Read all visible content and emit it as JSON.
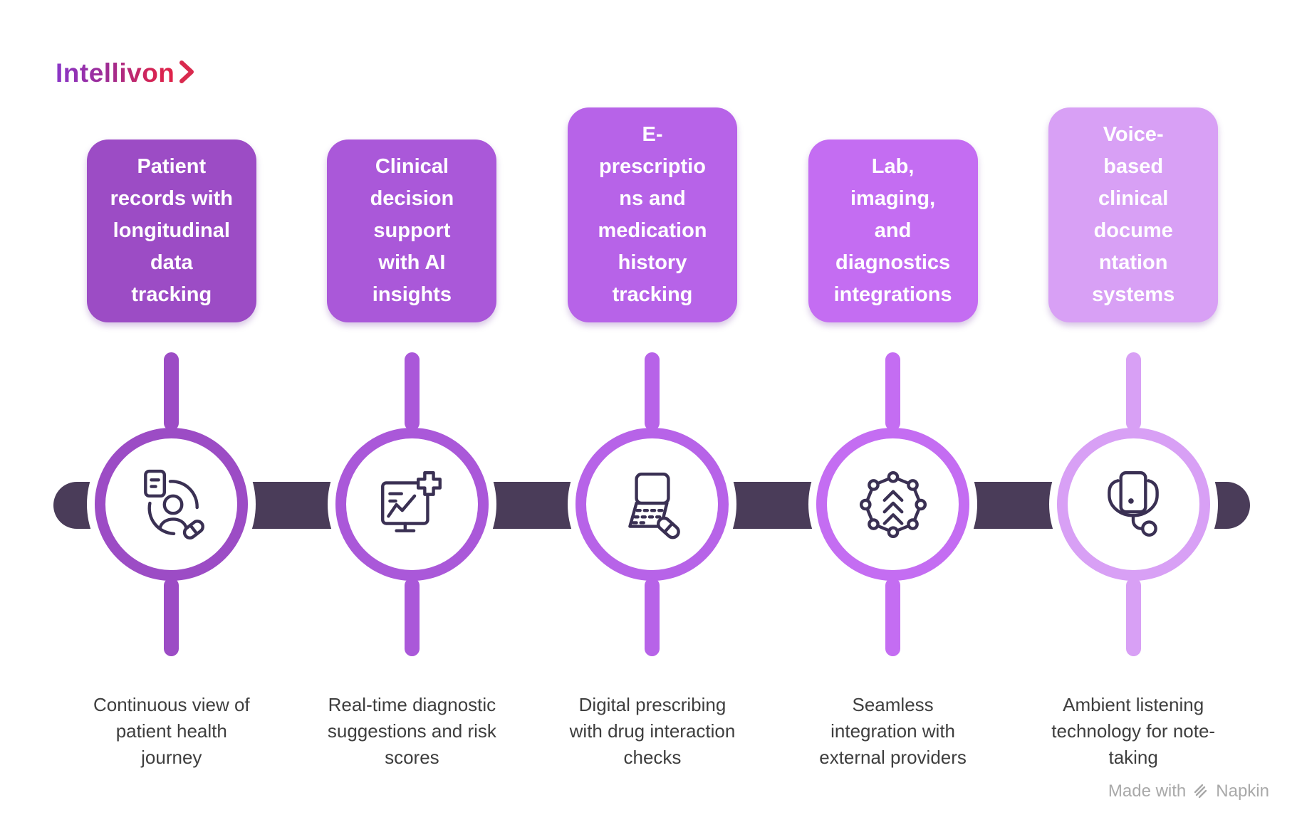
{
  "logo": {
    "text": "Intellivon"
  },
  "columns": [
    {
      "title": "Patient\nrecords with\nlongitudinal\ndata\ntracking",
      "caption": "Continuous view of\npatient health\njourney",
      "color": "#9c4cc5",
      "icon": "patient-records-icon"
    },
    {
      "title": "Clinical\ndecision\nsupport\nwith AI\ninsights",
      "caption": "Real-time diagnostic\nsuggestions and risk\nscores",
      "color": "#aa58d9",
      "icon": "clinical-decision-icon"
    },
    {
      "title": "E-\nprescriptio\nns and\nmedication\nhistory\ntracking",
      "caption": "Digital prescribing\nwith drug interaction\nchecks",
      "color": "#b763e8",
      "icon": "e-prescriptions-icon"
    },
    {
      "title": "Lab,\nimaging,\nand\ndiagnostics\nintegrations",
      "caption": "Seamless\nintegration with\nexternal providers",
      "color": "#c46df2",
      "icon": "lab-integrations-icon"
    },
    {
      "title": "Voice-\nbased\nclinical\ndocume\nntation\nsystems",
      "caption": "Ambient listening\ntechnology for note-\ntaking",
      "color": "#d8a0f5",
      "icon": "voice-documentation-icon"
    }
  ],
  "timeline": {
    "bar_color": "#4a3c59"
  },
  "icon_stroke": "#3a3053",
  "footer": {
    "made_with": "Made with",
    "brand": "Napkin"
  }
}
